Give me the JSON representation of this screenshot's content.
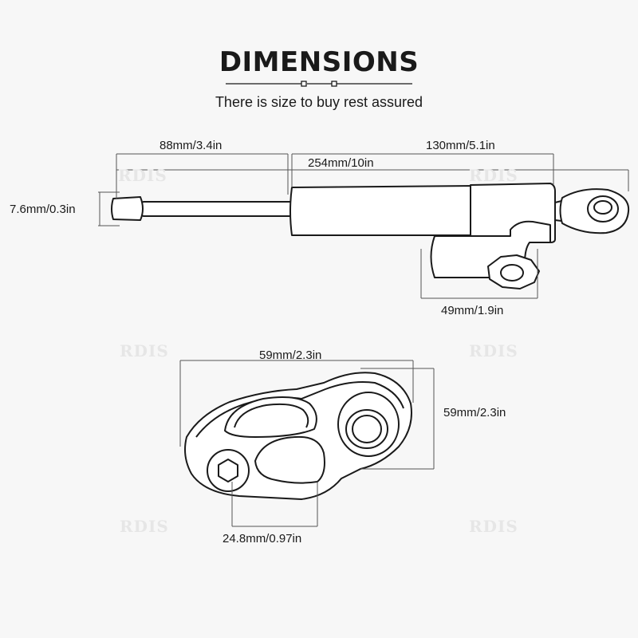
{
  "header": {
    "title": "DIMENSIONS",
    "subtitle": "There is size to buy rest assured"
  },
  "dimensions": {
    "rod_length": "88mm/3.4in",
    "mount_offset": "130mm/5.1in",
    "total_length": "254mm/10in",
    "rod_diameter": "7.6mm/0.3in",
    "bracket_width": "49mm/1.9in",
    "clamp_width": "59mm/2.3in",
    "clamp_height": "59mm/2.3in",
    "clamp_bore": "24.8mm/0.97in"
  },
  "colors": {
    "stroke": "#1a1a1a",
    "fill": "#ffffff",
    "dimension_line": "#555555",
    "background": "#f7f7f7"
  }
}
